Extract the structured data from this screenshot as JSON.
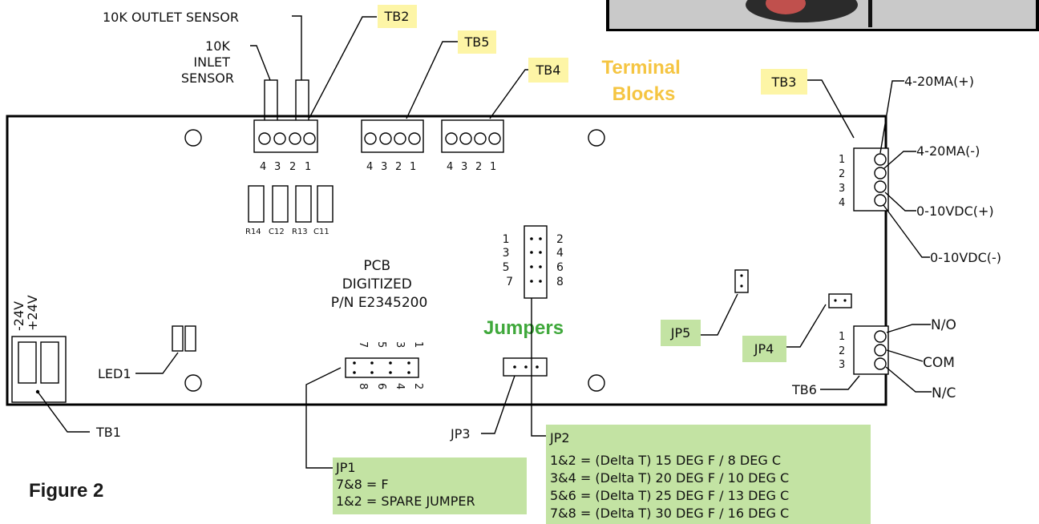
{
  "figure_label": "Figure 2",
  "colors": {
    "highlight_yellow": "#fdf5a6",
    "highlight_green": "#c3e3a3",
    "accent_orange": "#f5c542",
    "accent_green": "#3fa83b"
  },
  "board": {
    "line1": "PCB",
    "line2": "DIGITIZED",
    "line3": "P/N E2345200"
  },
  "sections": {
    "terminal_blocks_1": "Terminal",
    "terminal_blocks_2": "Blocks",
    "jumpers": "Jumpers"
  },
  "callouts": {
    "outlet_sensor": "10K  OUTLET SENSOR",
    "inlet_sensor_1": "10K",
    "inlet_sensor_2": "INLET",
    "inlet_sensor_3": "SENSOR",
    "tb1": "TB1",
    "tb2": "TB2",
    "tb3": "TB3",
    "tb4": "TB4",
    "tb5": "TB5",
    "tb6": "TB6",
    "led1": "LED1",
    "jp3": "JP3",
    "jp4": "JP4",
    "jp5": "JP5"
  },
  "tb3_outputs": [
    "4-20MA(+)",
    "4-20MA(-)",
    "0-10VDC(+)",
    "0-10VDC(-)"
  ],
  "tb6_outputs": [
    "N/O",
    "COM",
    "N/C"
  ],
  "pin_numbers": {
    "four": [
      "4",
      "3",
      "2",
      "1"
    ],
    "tb3": [
      "1",
      "2",
      "3",
      "4"
    ],
    "tb6": [
      "1",
      "2",
      "3"
    ]
  },
  "resistors": [
    "R14",
    "C12",
    "R13",
    "C11"
  ],
  "power": {
    "pos": "+24V",
    "neg": "-24V"
  },
  "jp2_pins": {
    "odd": [
      "1",
      "3",
      "5",
      "7"
    ],
    "even": [
      "2",
      "4",
      "6",
      "8"
    ]
  },
  "jp1_pins": {
    "odd": [
      "1",
      "3",
      "5",
      "7"
    ],
    "even": [
      "2",
      "4",
      "6",
      "8"
    ]
  },
  "jp1_box": {
    "title": "JP1",
    "lines": [
      "7&8 = F",
      "1&2 = SPARE JUMPER"
    ]
  },
  "jp2_box": {
    "title": "JP2",
    "lines": [
      "1&2 = (Delta T) 15 DEG F / 8 DEG C",
      "3&4 = (Delta T) 20 DEG F / 10 DEG C",
      "5&6 = (Delta T) 25 DEG F / 13 DEG C",
      "7&8 = (Delta T) 30 DEG F / 16 DEG C"
    ]
  }
}
